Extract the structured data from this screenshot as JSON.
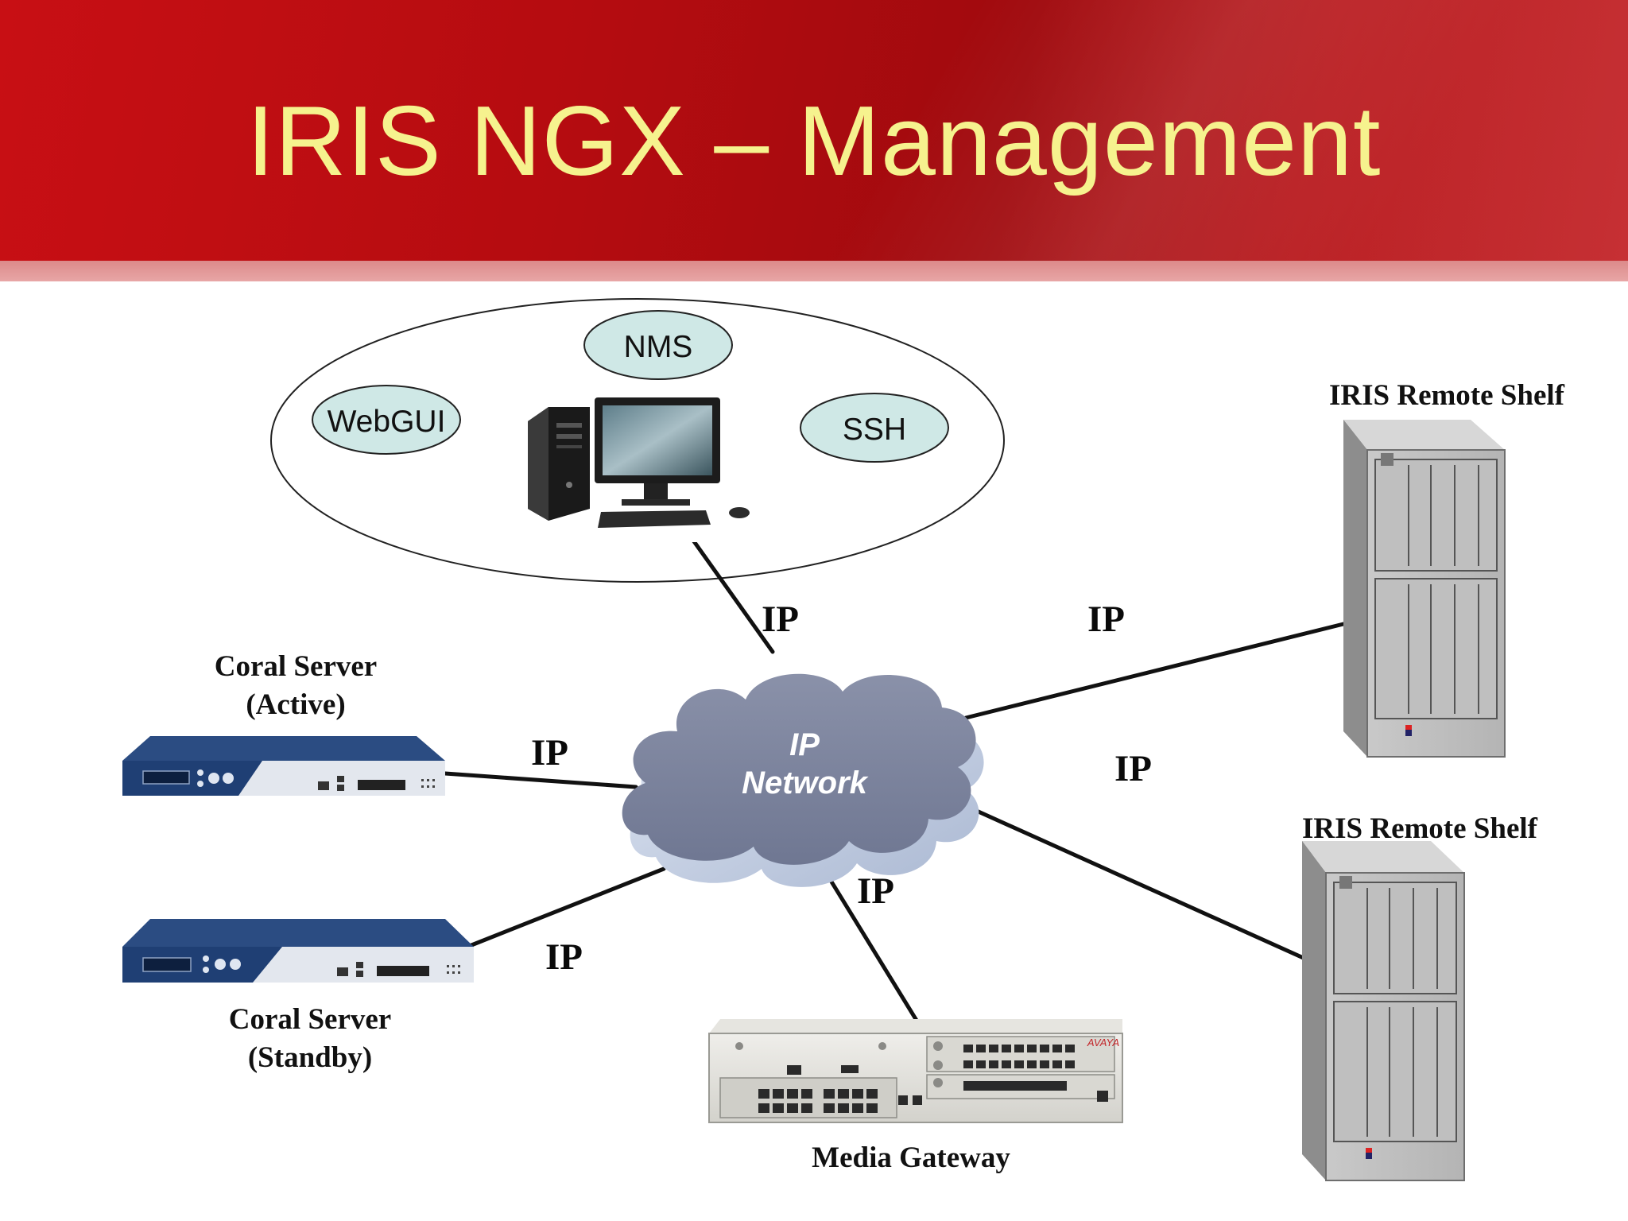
{
  "slide": {
    "title": "IRIS NGX – Management"
  },
  "diagram": {
    "management_bubbles": [
      "NMS",
      "WebGUI",
      "SSH"
    ],
    "cloud": {
      "line1": "IP",
      "line2": "Network"
    },
    "link_label": "IP",
    "nodes": {
      "remote_shelf_top": "IRIS Remote Shelf",
      "remote_shelf_bottom": "IRIS Remote Shelf",
      "coral_active": {
        "line1": "Coral Server",
        "line2": "(Active)"
      },
      "coral_standby": {
        "line1": "Coral Server",
        "line2": "(Standby)"
      },
      "media_gateway": "Media Gateway",
      "media_gateway_brand": "AVAYA"
    }
  },
  "colors": {
    "header_red": "#b50c10",
    "title_yellow": "#f6f28e",
    "bubble_fill": "#cfe8e6",
    "cloud_fill": "#7d859f",
    "server_blue": "#1f3f74"
  }
}
